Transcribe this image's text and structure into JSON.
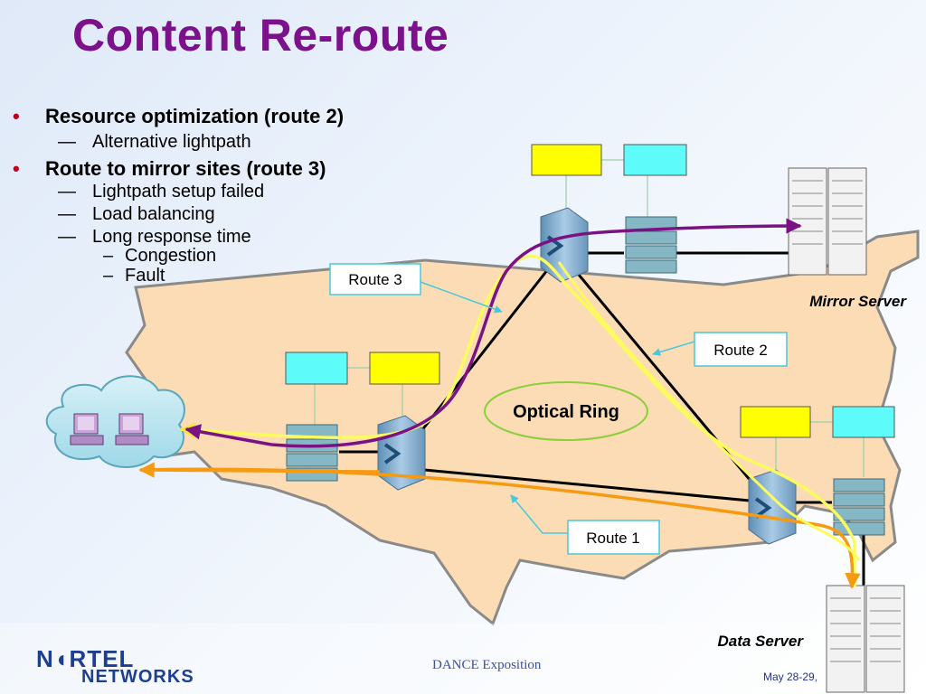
{
  "slide": {
    "title": "Content Re-route",
    "bullets": [
      {
        "text": "Resource optimization (route 2)",
        "sub": [
          {
            "text": "Alternative lightpath"
          }
        ]
      },
      {
        "text": "Route to mirror sites (route 3)",
        "sub": [
          {
            "text": "Lightpath setup failed"
          },
          {
            "text": "Load balancing"
          },
          {
            "text": "Long response time",
            "sub": [
              {
                "text": "Congestion"
              },
              {
                "text": "Fault"
              }
            ]
          }
        ]
      }
    ]
  },
  "diagram": {
    "ring_label": "Optical Ring",
    "routes": {
      "route1": "Route 1",
      "route2": "Route 2",
      "route3": "Route 3"
    },
    "servers": {
      "mirror": "Mirror Server",
      "data": "Data Server"
    }
  },
  "footer": {
    "logo_line1": "N◖RTEL",
    "logo_line2": "NETWORKS",
    "center": "DANCE Exposition",
    "date": "May 28-29,"
  },
  "colors": {
    "title": "#7b128c",
    "map_fill": "#fbdcb4",
    "route_purple": "#7a1283",
    "route_yellow": "#fbfb60",
    "route_orange": "#f69a12",
    "box_yellow": "#ffff00",
    "box_cyan": "#5efbfb",
    "ring_outline": "#8ccf3e"
  }
}
